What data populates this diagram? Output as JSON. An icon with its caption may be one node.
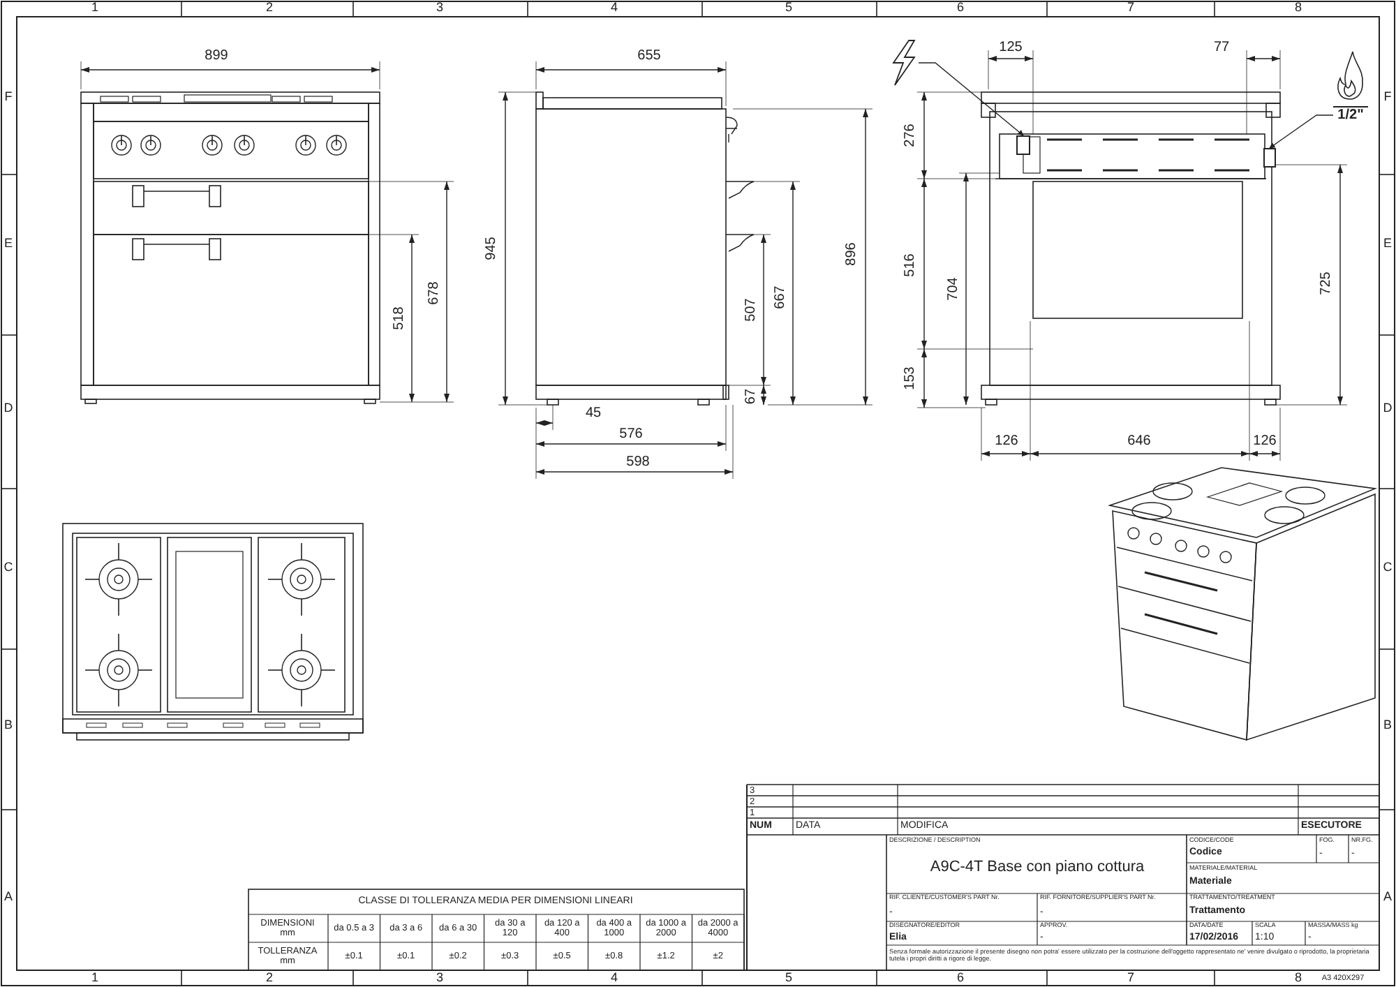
{
  "diagram": {
    "nodes": [
      {
        "text": [],
        "shape": "picture"
      },
      {
        "text": [],
        "shape": "box"
      },
      {
        "text": [
          "1/2\""
        ]
      },
      {
        "text": [],
        "shape": "box"
      }
    ],
    "edges": [
      {
        "from": 0,
        "to": 1,
        "arrow": "to"
      },
      {
        "from": 2,
        "to": 3,
        "arrow": "to"
      }
    ],
    "labels": [
      "1",
      "2",
      "3",
      "4",
      "5",
      "6",
      "7",
      "8",
      "F",
      "E",
      "D",
      "C",
      "B",
      "A",
      "F",
      "E",
      "D",
      "C",
      "B",
      "A",
      "899",
      "518",
      "678",
      "655",
      "945",
      "896",
      "667",
      "507",
      "67",
      "45",
      "576",
      "598",
      "125",
      "77",
      "276",
      "516",
      "704",
      "153",
      "725",
      "126",
      "646",
      "126",
      "3",
      "2",
      "1",
      "NUM",
      "DATA",
      "MODIFICA",
      "ESECUTORE",
      "DESCRIZIONE / DESCRIPTION",
      "CODICE/CODE",
      "FOG.",
      "NR.FG.",
      "A9C-4T Base con piano cottura",
      "Codice",
      "-",
      "-",
      "MATERIALE/MATERIAL",
      "Materiale",
      "RIF. CLIENTE/CUSTOMER'S PART Nr.",
      "RIF. FORNITORE/SUPPLIER'S PART Nr.",
      "TRATTAMENTO/TREATMENT",
      "-",
      "-",
      "Trattamento",
      "DISEGNATORE/EDITOR",
      "APPROV.",
      "DATA/DATE",
      "SCALA",
      "MASSA/MASS kg",
      "Elia",
      "-",
      "17/02/2016",
      "1:10",
      "-",
      "Senza formale autorizzazione il presente disegno non potra' essere utilizzato per la costruzione dell'oggetto rappresentato ne' venire divulgato o riprodotto, la proprietaria tutela i propri diritti a rigore di legge.",
      "CLASSE DI TOLLERANZA MEDIA PER DIMENSIONI LINEARI",
      "DIMENSIONI mm",
      "da 0.5 a 3",
      "da 3 a 6",
      "da 6 a 30",
      "da 30 a 120",
      "da 120 a 400",
      "da 400 a 1000",
      "da 1000 a 2000",
      "da 2000 a 4000",
      "TOLLERANZA mm",
      "±0.1",
      "±0.1",
      "±0.2",
      "±0.3",
      "±0.5",
      "±0.8",
      "±1.2",
      "±2",
      "1",
      "2",
      "3",
      "4",
      "5",
      "6",
      "7",
      "8",
      "A3 420X297"
    ]
  }
}
